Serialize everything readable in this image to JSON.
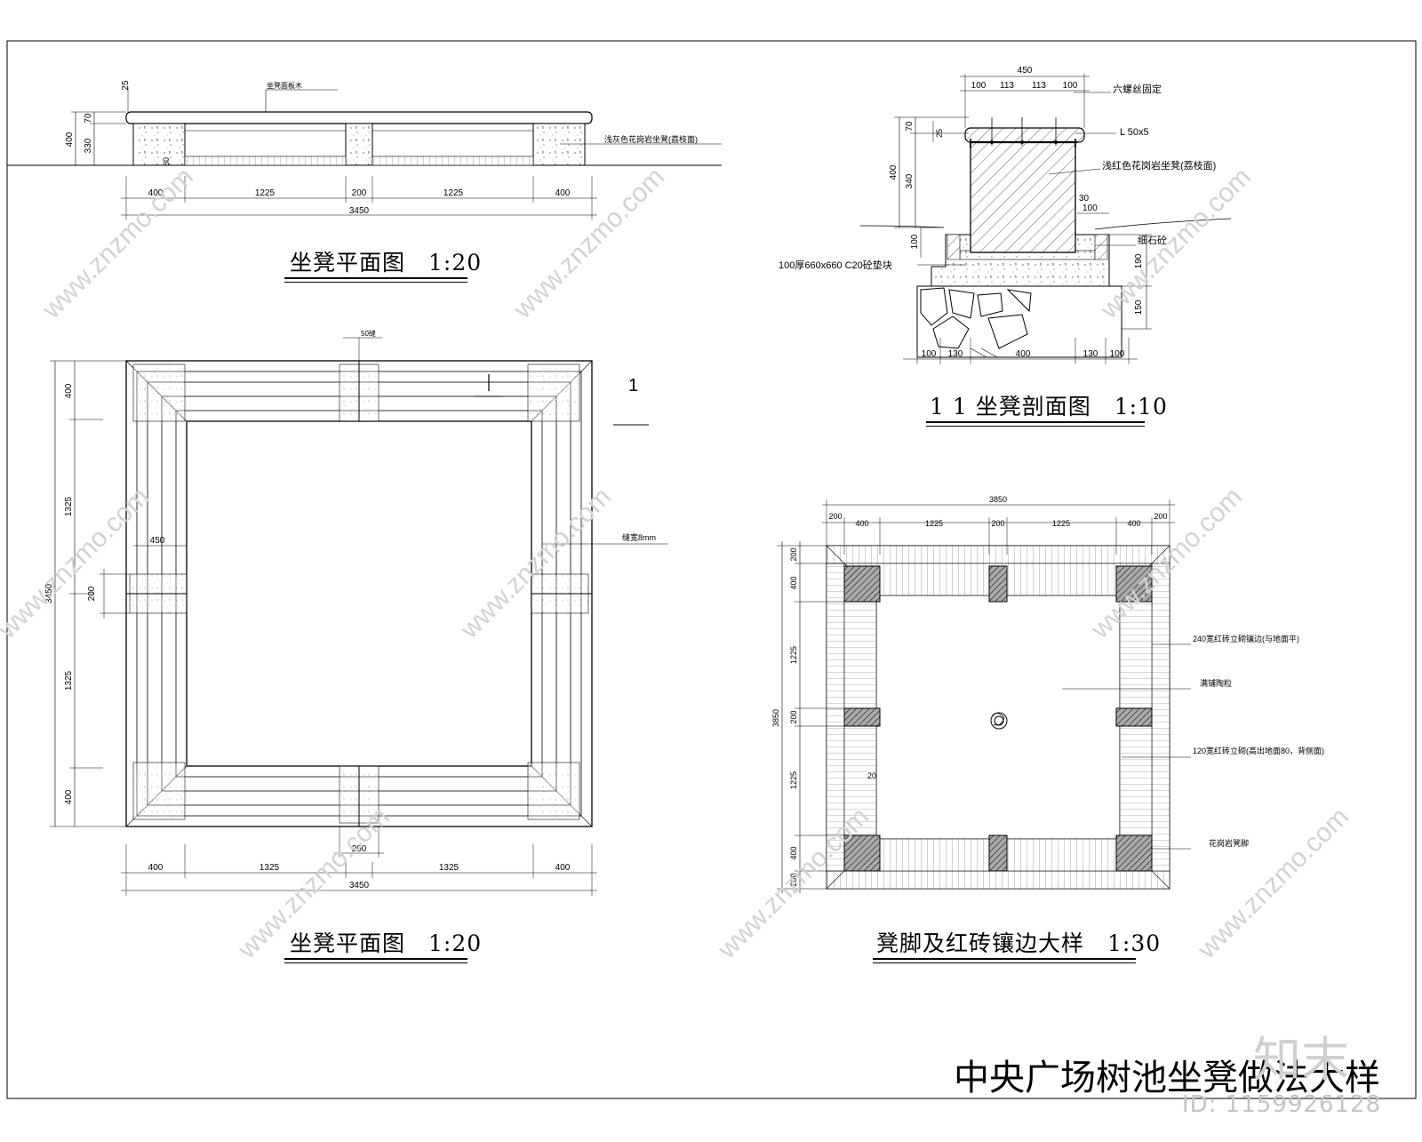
{
  "drawing": {
    "main_title": "中央广场树池坐凳做法大样",
    "views": {
      "elevation": {
        "title": "坐凳平面图　1:20",
        "dims_bottom": [
          "400",
          "1225",
          "200",
          "1225",
          "400"
        ],
        "dim_total": "3450",
        "dims_left": [
          "400",
          "330",
          "70"
        ],
        "dim_top": "25",
        "dim_80": "80",
        "note_top": "坐凳面板木",
        "note_right": "浅灰色花岗岩坐凳(荔枝面)"
      },
      "plan": {
        "title": "坐凳平面图　1:20",
        "dims_bottom": [
          "400",
          "1325",
          "200",
          "1325",
          "400"
        ],
        "dim_total": "3450",
        "dims_left": [
          "400",
          "1325",
          "1325",
          "400"
        ],
        "dim_left_total": "3450",
        "dim_450": "450",
        "dim_200": "200",
        "dim_200_bottom": "200",
        "note_top": "50缝",
        "note_right": "缝宽8mm",
        "section_mark": "1"
      },
      "section": {
        "title": "1 1 坐凳剖面图　1:10",
        "dims_top": [
          "100",
          "113",
          "113",
          "100"
        ],
        "dim_top_total": "450",
        "dims_left": [
          "70",
          "340"
        ],
        "dim_left_total": "400",
        "dims_left_small": [
          "25",
          "100"
        ],
        "dims_right": [
          "30",
          "100",
          "190",
          "150"
        ],
        "dims_bottom": [
          "100",
          "130",
          "400",
          "130",
          "100"
        ],
        "notes": [
          "六螺丝固定",
          "L 50x5",
          "浅红色花岗岩坐凳(荔枝面)",
          "细石砼",
          "100厚660x660 C20砼垫块"
        ]
      },
      "detail": {
        "title": "凳脚及红砖镶边大样　1:30",
        "dim_top_total": "3850",
        "dims_top": [
          "200",
          "400",
          "1225",
          "200",
          "1225",
          "400",
          "200"
        ],
        "dim_left_total": "3850",
        "dims_left": [
          "200",
          "400",
          "1225",
          "200",
          "1225",
          "400",
          "200"
        ],
        "dim_20": "20",
        "notes": [
          "240宽红砖立砌镶边(与地面平)",
          "满铺陶粒",
          "120宽红砖立砌(高出地面80，背侧面)",
          "花岗岩凳脚"
        ]
      }
    },
    "watermark": {
      "text": "www.znzmo.com",
      "logo": "知末",
      "id": "ID: 1159926128"
    }
  }
}
